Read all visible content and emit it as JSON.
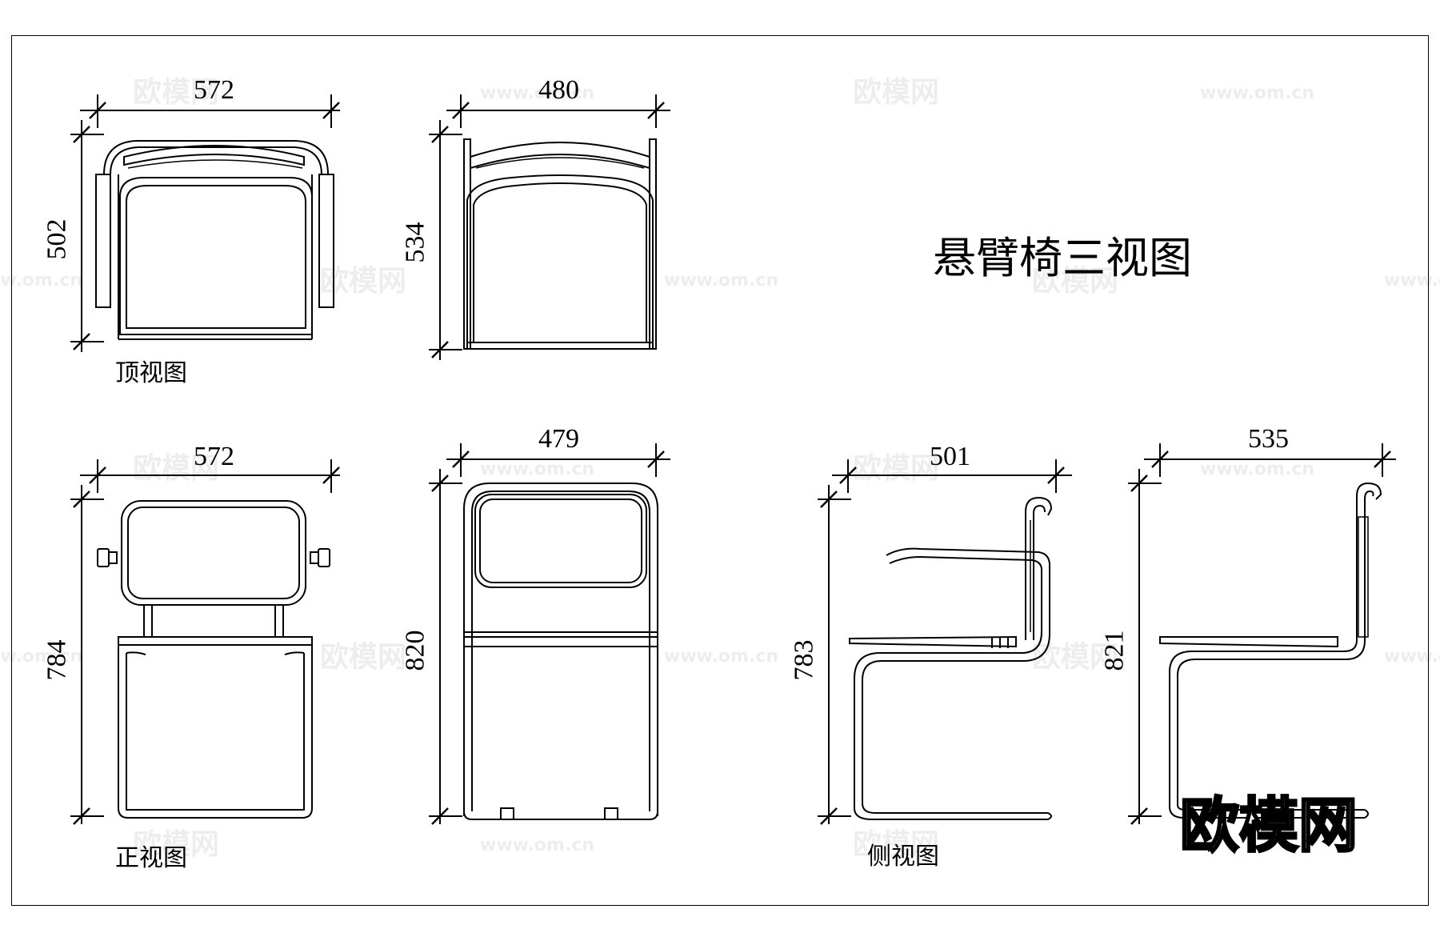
{
  "title": "悬臂椅三视图",
  "views": {
    "top": {
      "label": "顶视图",
      "width": "572",
      "depth": "502"
    },
    "top_back": {
      "width": "480",
      "depth": "534"
    },
    "front": {
      "label": "正视图",
      "width": "572",
      "height": "784"
    },
    "back": {
      "width": "479",
      "height": "820"
    },
    "side": {
      "label": "侧视图",
      "width": "501",
      "height": "783"
    },
    "side2": {
      "width": "535",
      "height": "821"
    }
  },
  "watermark": {
    "cn": "欧模网",
    "url": "www.om.cn"
  },
  "logo": "欧模网"
}
